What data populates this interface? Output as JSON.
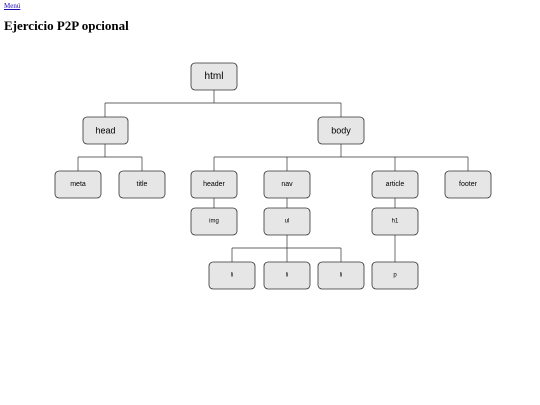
{
  "menu_link": "Menú",
  "title": "Ejercicio P2P opcional",
  "tree": {
    "nodes": {
      "html": "html",
      "head": "head",
      "body": "body",
      "meta": "meta",
      "title": "title",
      "header": "header",
      "nav": "nav",
      "article": "article",
      "footer": "footer",
      "img": "img",
      "ul": "ul",
      "h1": "h1",
      "li1": "li",
      "li2": "li",
      "li3": "li",
      "p": "p"
    },
    "node_fill": "#e6e6e6",
    "node_stroke": "#333333"
  }
}
